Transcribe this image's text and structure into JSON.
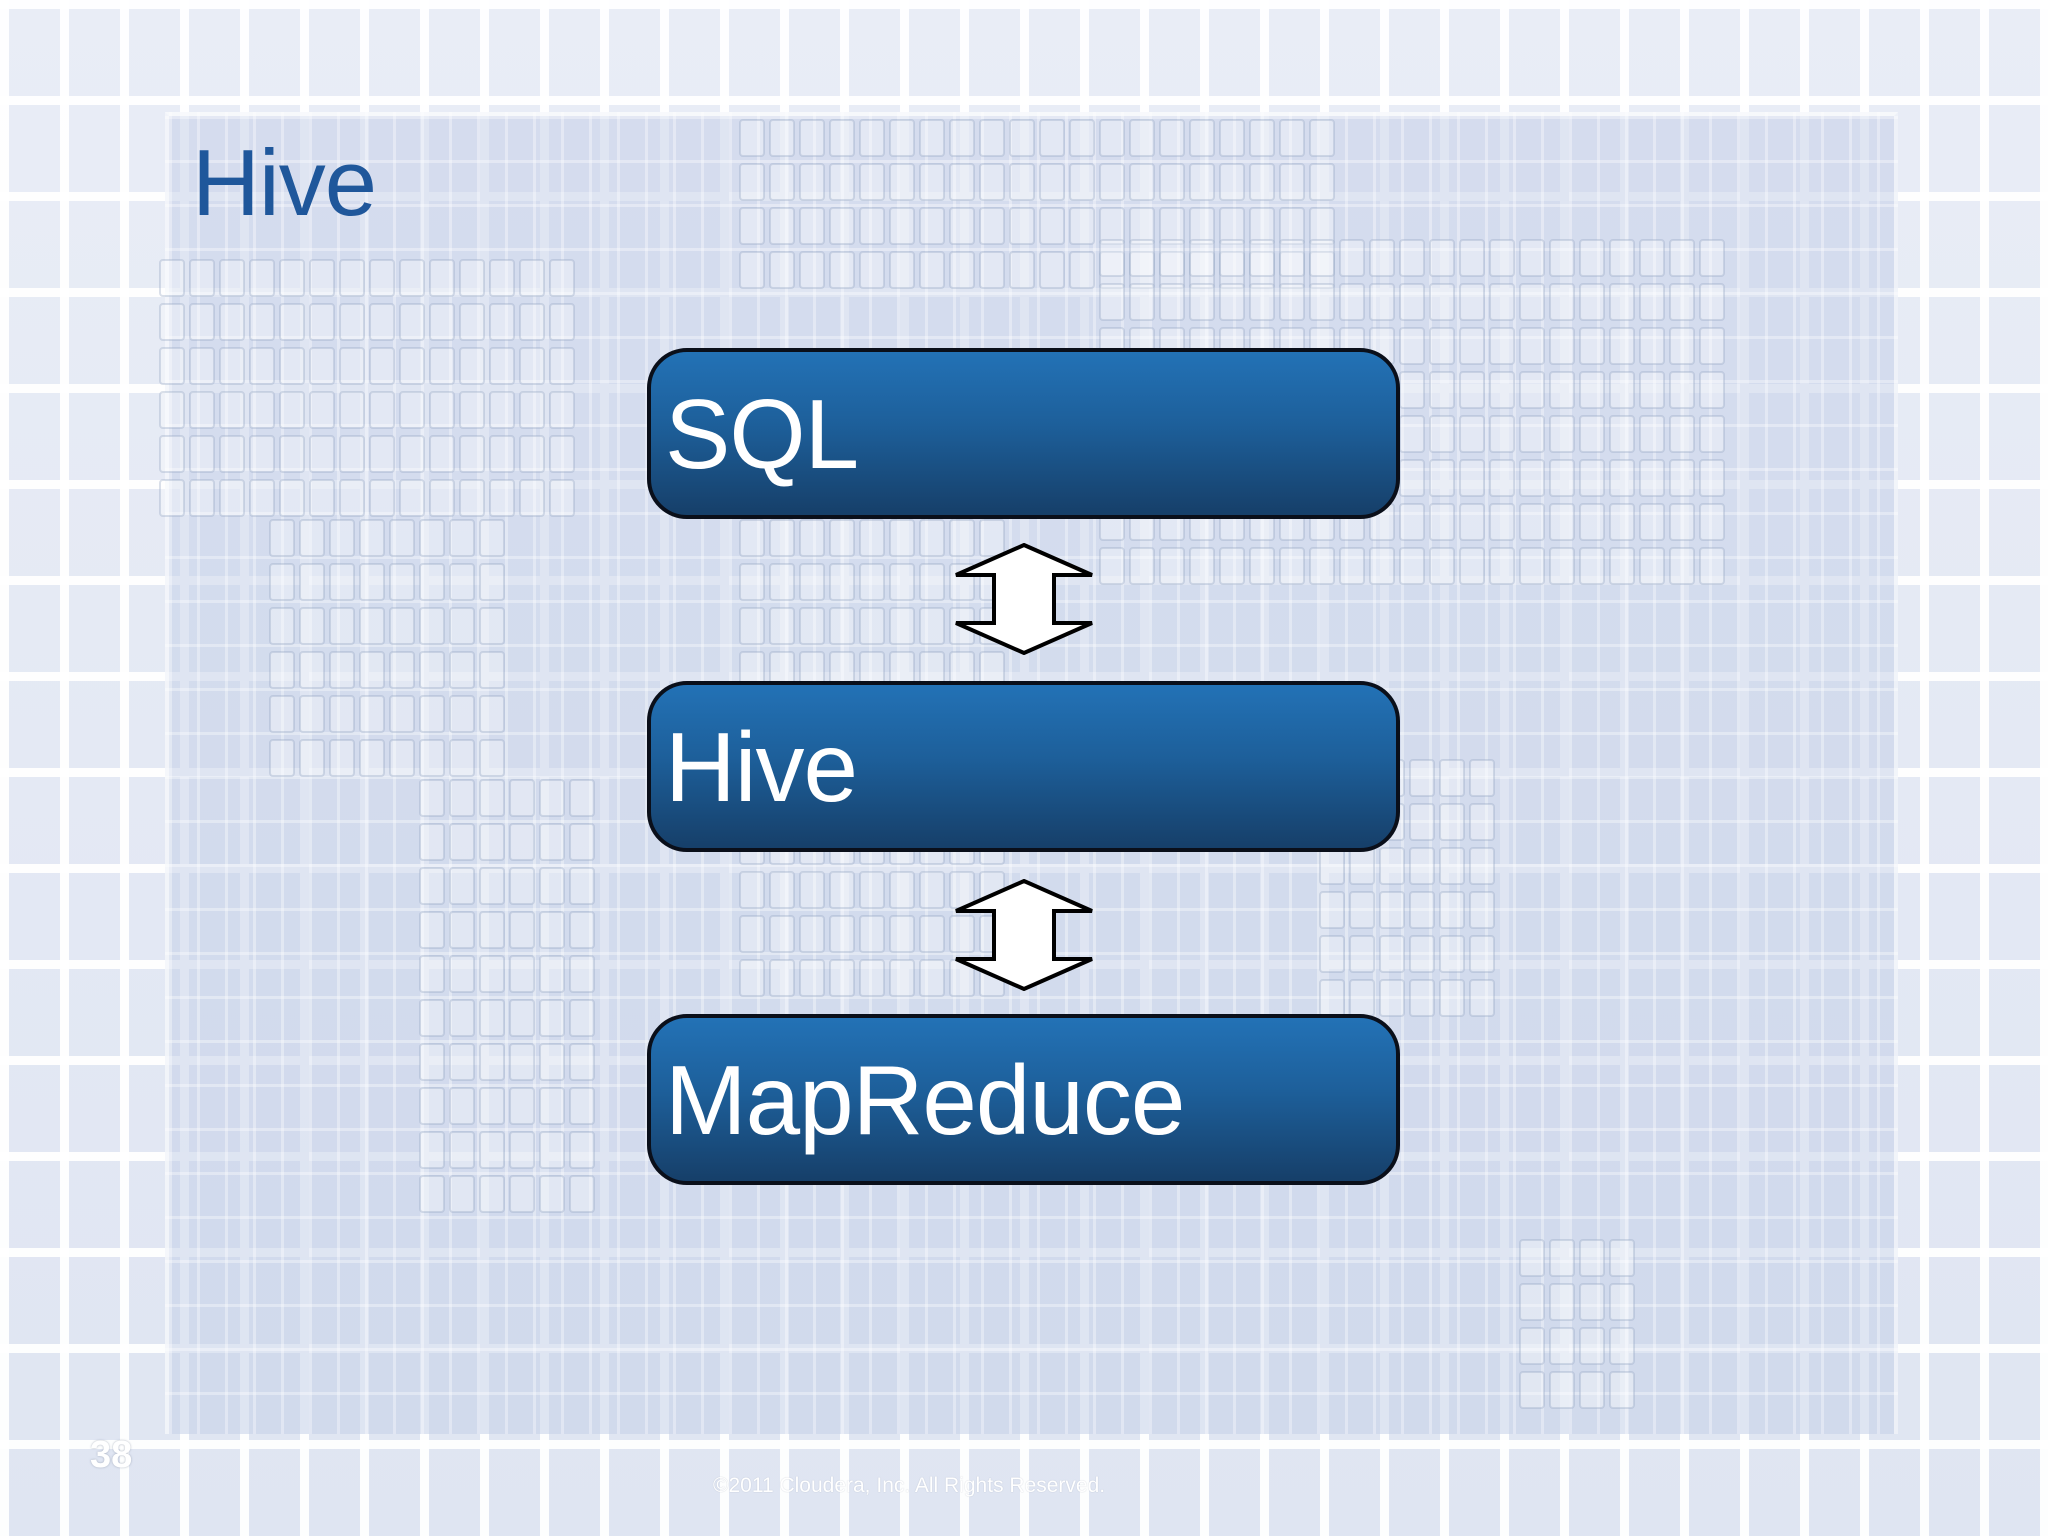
{
  "slide": {
    "title": "Hive",
    "page_number": "38",
    "copyright": "©2011 Cloudera, Inc. All Rights Reserved."
  },
  "diagram": {
    "layers": [
      {
        "label": "SQL"
      },
      {
        "label": "Hive"
      },
      {
        "label": "MapReduce"
      }
    ],
    "connectors": [
      {
        "from": "SQL",
        "to": "Hive",
        "icon": "double-arrow-icon"
      },
      {
        "from": "Hive",
        "to": "MapReduce",
        "icon": "double-arrow-icon"
      }
    ]
  },
  "colors": {
    "title": "#1f579b",
    "box_top": "#2372b6",
    "box_bottom": "#163f69",
    "box_border": "#0a0f1a",
    "box_text": "#ffffff"
  }
}
